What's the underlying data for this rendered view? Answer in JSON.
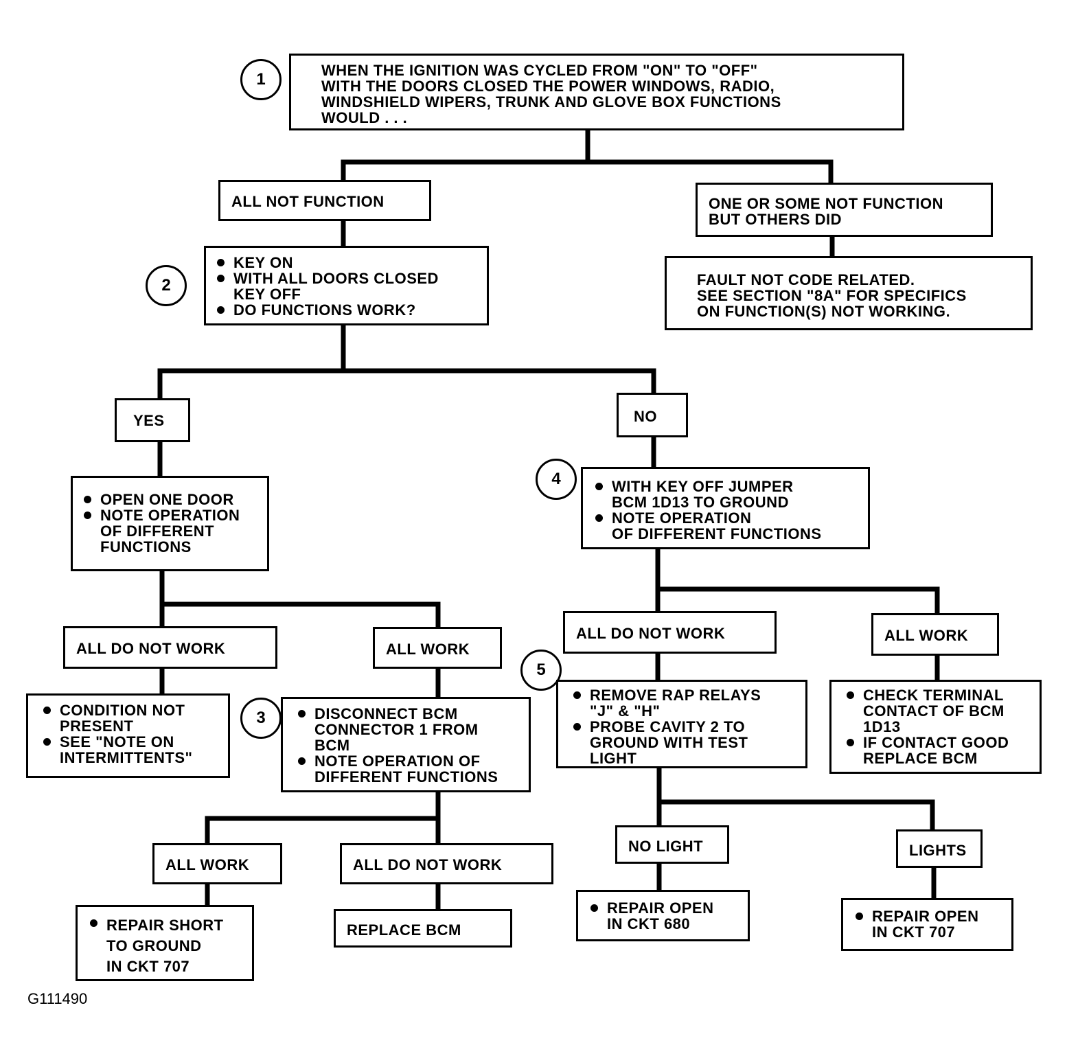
{
  "steps": [
    "1",
    "2",
    "3",
    "4",
    "5"
  ],
  "box_q1": [
    "WHEN THE IGNITION WAS CYCLED FROM \"ON\" TO \"OFF\"",
    "WITH THE DOORS CLOSED THE POWER WINDOWS, RADIO,",
    "WINDSHIELD WIPERS, TRUNK AND GLOVE BOX FUNCTIONS",
    "WOULD . . ."
  ],
  "all_not_function": "ALL NOT FUNCTION",
  "one_or_some": [
    "ONE OR SOME NOT FUNCTION",
    "BUT OTHERS DID"
  ],
  "fault_not_code": [
    "FAULT NOT CODE RELATED.",
    "SEE SECTION \"8A\" FOR SPECIFICS",
    "ON FUNCTION(S) NOT WORKING."
  ],
  "box_q2": [
    "KEY ON",
    "WITH ALL DOORS CLOSED",
    "KEY OFF",
    "DO FUNCTIONS WORK?"
  ],
  "yes": "YES",
  "no": "NO",
  "open_one_door": [
    "OPEN ONE DOOR",
    "NOTE OPERATION",
    "OF DIFFERENT",
    "FUNCTIONS"
  ],
  "jumper_box": [
    "WITH KEY OFF JUMPER",
    "BCM 1D13 TO GROUND",
    "NOTE OPERATION",
    "OF DIFFERENT FUNCTIONS"
  ],
  "all_do_not_work_a": "ALL DO NOT WORK",
  "all_work_a": "ALL WORK",
  "all_do_not_work_b": "ALL DO NOT WORK",
  "all_work_b": "ALL WORK",
  "condition_box": [
    "CONDITION NOT",
    "PRESENT",
    "SEE \"NOTE ON",
    "INTERMITTENTS\""
  ],
  "disconnect_box": [
    "DISCONNECT BCM",
    "CONNECTOR 1 FROM",
    "BCM",
    "NOTE OPERATION OF",
    "DIFFERENT FUNCTIONS"
  ],
  "remove_rap_box": [
    "REMOVE RAP RELAYS",
    "\"J\" & \"H\"",
    "PROBE CAVITY 2 TO",
    "GROUND WITH TEST",
    "LIGHT"
  ],
  "check_terminal_box": [
    "CHECK TERMINAL",
    "CONTACT OF BCM",
    "1D13",
    "IF CONTACT GOOD",
    "REPLACE BCM"
  ],
  "all_work_c": "ALL WORK",
  "all_do_not_work_c": "ALL DO NOT WORK",
  "no_light": "NO LIGHT",
  "lights": "LIGHTS",
  "repair_short": [
    "REPAIR SHORT",
    "TO GROUND",
    "IN CKT 707"
  ],
  "replace_bcm": "REPLACE BCM",
  "repair_open_680": [
    "REPAIR OPEN",
    "IN CKT 680"
  ],
  "repair_open_707": [
    "REPAIR OPEN",
    "IN CKT 707"
  ],
  "figure_id": "G111490"
}
